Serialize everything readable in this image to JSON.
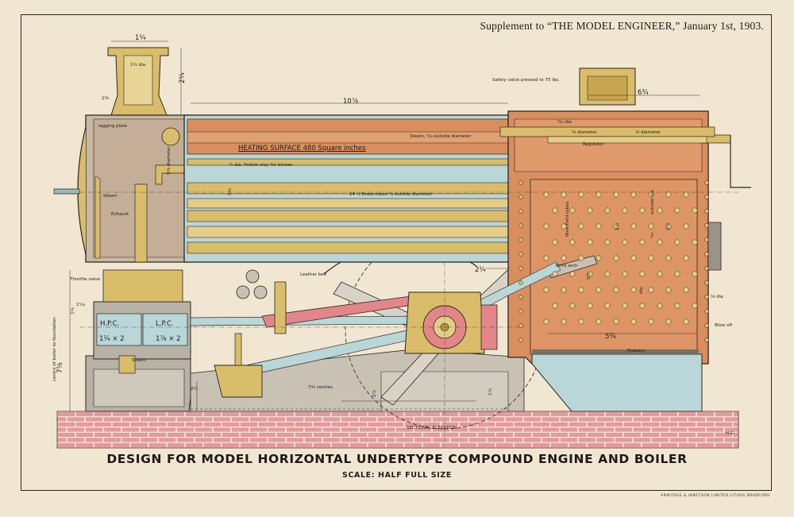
{
  "header": {
    "supplement": "Supplement to “THE MODEL ENGINEER,” January 1st, 1903."
  },
  "title": "DESIGN FOR MODEL HORIZONTAL UNDERTYPE COMPOUND ENGINE AND BOILER",
  "scale": "SCALE: HALF FULL SIZE",
  "printer": "ARMITAGE & IBBETSON LIMITED LITHOS BRADFORD",
  "initials": "H.G.",
  "labels": {
    "safety_valve": "Safety valve pressed to 75 lbs.",
    "steam_pipe": "Steam, ⁵⁄₁₆ outside diameter",
    "regulator": "Regulator",
    "heating_surface": "HEATING SURFACE 480 Square inches",
    "hollow_stay": "¼ dia.  Hollow stay for blower.",
    "brass_tubes": "14 ¹⁄₂ Brass tubes ⁵⁄₈ outside diameter",
    "lagging_plate": "lagging plate",
    "steam": "Steam",
    "exhaust": "Exhaust",
    "leather_belt": "Leather belt",
    "throttle_valve": "Throttle valve",
    "hpc": "H.P.C.",
    "lpc": "L.P.C.",
    "hp_bore": "1¼ × 2",
    "lp_bore": "1⅞ × 2",
    "steam_lower": "Steam",
    "centres": "7⅜ centres",
    "sectional_elevation": "SECTIONAL ELEVATION",
    "firebars": "Firebars",
    "blow_off": "Blow off",
    "nine_field_tubes": "Nine-Field tubes",
    "brick_arch": "Brick arch",
    "centre_of_boiler": "centre of boiler to foundation",
    "diameter_left": "5⅜ diameter",
    "diam_a": "⁵⁄₁₆ dia.",
    "diam_b": "⅝ diameter",
    "diam_c": "⅛ diameter",
    "outside_dia": "outside dia.",
    "dia_small": "dia.",
    "dia_right": "⅝ dia."
  },
  "dimensions": {
    "chimney_width": "1¼",
    "chimney_bore": "1½ dia.",
    "chimney_height": "2¼",
    "chimney_base": "1⅜",
    "barrel_length": "10⅞",
    "firebox_top": "6¾",
    "barrel_dia": "5⅜",
    "left_stack": "1⅜",
    "connecting_rod": "2¼",
    "firebox_width": "5¾",
    "base_left": "7⅝",
    "base_a": "2¼",
    "base_b": "2⅞",
    "base_c": "1⅞",
    "tube_len": "2⅝",
    "tube_len2": "2⅛",
    "nine_dia": "⁹⁄₁₆",
    "arch_dim": "5⅜",
    "cyl_small": "1¹⁄₁₆"
  },
  "colors": {
    "paper": "#f1e6d2",
    "outline": "#2a2622",
    "brass": "#d9bd6a",
    "brass_dark": "#b8963f",
    "copper": "#d98e5e",
    "smokebox": "#c9b8a2",
    "steel": "#b9d6d8",
    "red_rod": "#e2868a",
    "brick": "#e39a9a",
    "brick_mortar": "#f3dad6",
    "casting": "#b8b1a6"
  }
}
